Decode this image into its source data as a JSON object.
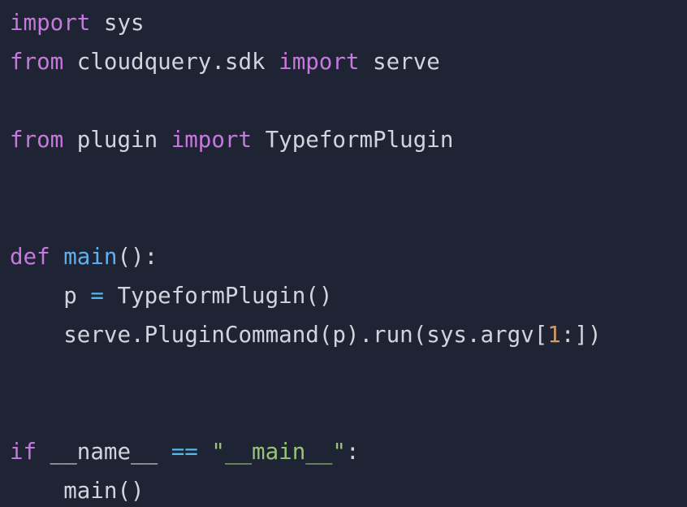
{
  "code": {
    "indent": "    ",
    "line1": {
      "kw": "import",
      "rest": " sys"
    },
    "line2": {
      "kw1": "from",
      "mid": " cloudquery.sdk ",
      "kw2": "import",
      "rest": " serve"
    },
    "line3": {
      "kw1": "from",
      "mid": " plugin ",
      "kw2": "import",
      "rest": " TypeformPlugin"
    },
    "line4": {
      "kw": "def",
      "sp": " ",
      "fn": "main",
      "rest": "():"
    },
    "line5": {
      "a": "p ",
      "op": "=",
      "b": " TypeformPlugin()"
    },
    "line6": {
      "a": "serve.PluginCommand(p).run(sys.argv[",
      "num": "1",
      "b": ":])"
    },
    "line7": {
      "kw": "if",
      "a": " __name__ ",
      "op": "==",
      "sp": " ",
      "str": "\"__main__\"",
      "b": ":"
    },
    "line8": {
      "a": "main()"
    }
  },
  "colors": {
    "background": "#1e2433",
    "keyword": "#c678dd",
    "function": "#61afef",
    "operator": "#56b6e8",
    "number": "#d19a66",
    "string": "#98c379",
    "text": "#d0d4dc"
  }
}
